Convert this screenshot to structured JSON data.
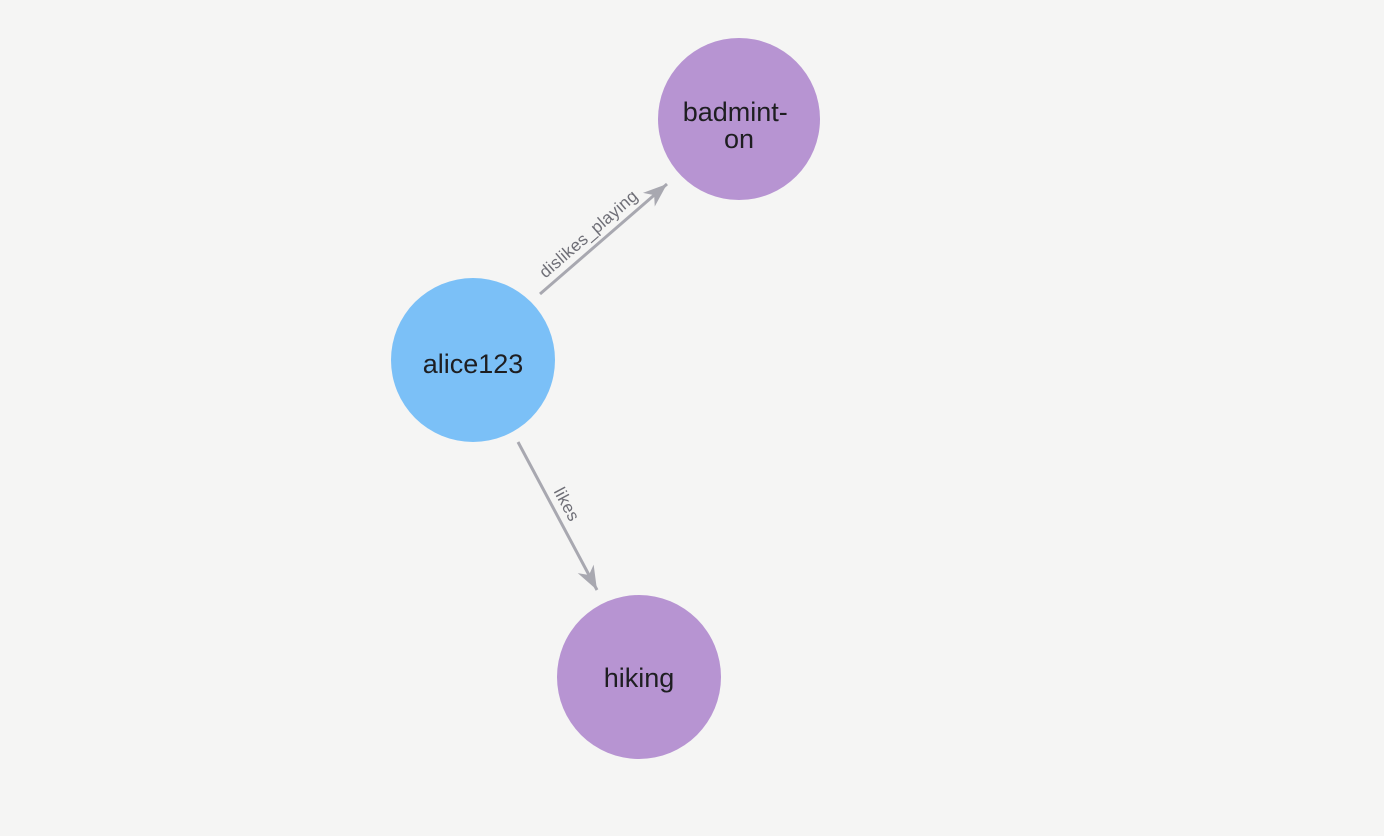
{
  "canvas": {
    "background_color": "#f5f5f4"
  },
  "graph": {
    "edge_color": "#a8a8b0",
    "edge_label_color": "#6e6e76",
    "node_label_color": "#1e1e21",
    "node_colors": {
      "user_node": "#7bc0f7",
      "activity_node": "#b794d2"
    },
    "nodes": [
      {
        "id": "alice123",
        "label": "alice123",
        "color": "#7bc0f7"
      },
      {
        "id": "badminton",
        "label": "badminton",
        "label_lines": [
          "badmint-",
          "on"
        ],
        "color": "#b794d2"
      },
      {
        "id": "hiking",
        "label": "hiking",
        "color": "#b794d2"
      }
    ],
    "edges": [
      {
        "from": "alice123",
        "to": "badminton",
        "label": "dislikes_playing"
      },
      {
        "from": "alice123",
        "to": "hiking",
        "label": "likes"
      }
    ]
  }
}
